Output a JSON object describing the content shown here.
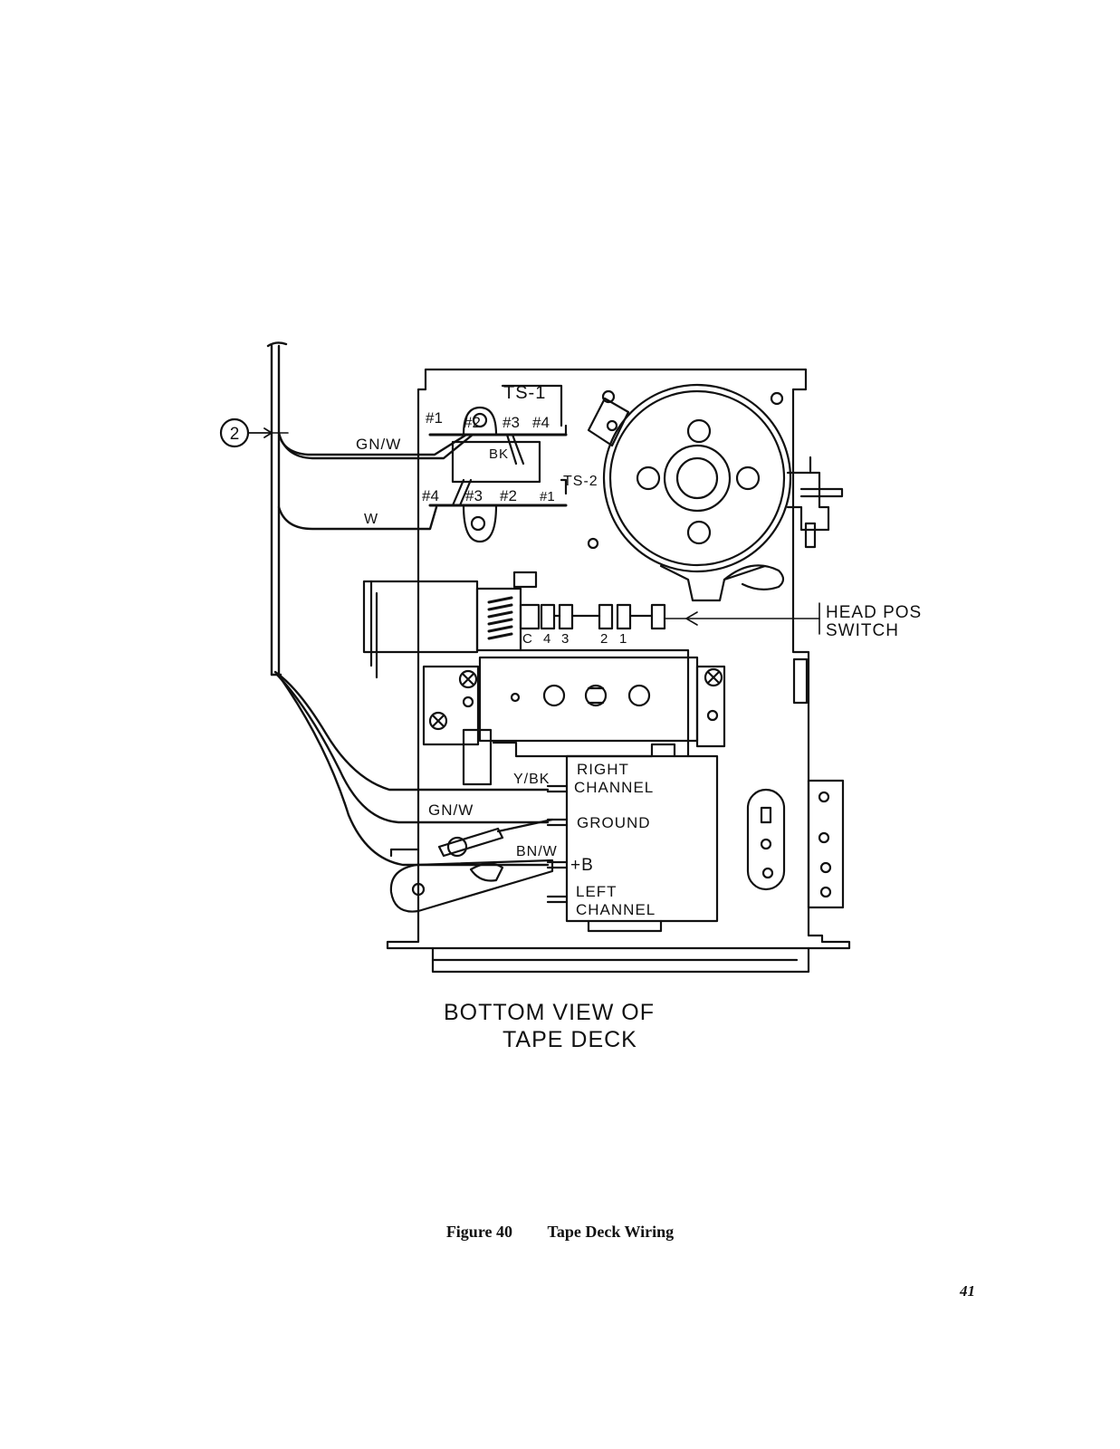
{
  "diagram": {
    "callout": "2",
    "terminal_strips": {
      "ts1": {
        "label": "TS-1",
        "terminals": [
          "#1",
          "#2",
          "#3",
          "#4"
        ]
      },
      "ts2": {
        "label": "TS-2",
        "terminals": [
          "#4",
          "#3",
          "#2",
          "#1"
        ]
      }
    },
    "wires": {
      "gnw_top": "GN/W",
      "bk": "BK",
      "w": "W",
      "ybk": "Y/BK",
      "gnw_bottom": "GN/W",
      "bnw": "BN/W"
    },
    "head_pos_switch": {
      "label_line1": "HEAD POS",
      "label_line2": "SWITCH",
      "positions": [
        "C",
        "4",
        "3",
        "2",
        "1"
      ]
    },
    "connector": {
      "right_channel_line1": "RIGHT",
      "right_channel_line2": "CHANNEL",
      "ground": "GROUND",
      "plus_b": "+B",
      "left_channel_line1": "LEFT",
      "left_channel_line2": "CHANNEL"
    },
    "view_title_line1": "BOTTOM VIEW OF",
    "view_title_line2": "TAPE DECK"
  },
  "caption": {
    "figure_number": "Figure 40",
    "title": "Tape Deck Wiring"
  },
  "page_number": "41"
}
